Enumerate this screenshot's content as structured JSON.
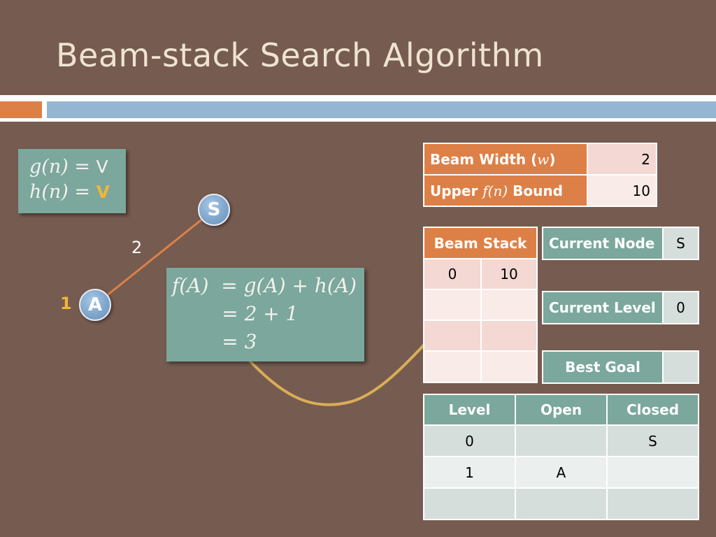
{
  "slide": {
    "title": "Beam-stack Search Algorithm"
  },
  "heuristics": {
    "g_label": "g(n) = ",
    "g_symbol": "V",
    "h_label": "h(n) = ",
    "h_symbol": "V"
  },
  "graph": {
    "node_s": "S",
    "node_a": "A",
    "edge_cost": "2",
    "depth_label": "1"
  },
  "f_formula": {
    "line1": "f(A)  = g(A) + h(A)",
    "line2": "        = 2 + 1",
    "line3": "        = 3"
  },
  "params": {
    "beam_width_label_pre": "Beam Width (",
    "beam_width_var": "w",
    "beam_width_label_post": ")",
    "beam_width_value": "2",
    "upper_bound_pre": "Upper ",
    "upper_bound_var": "f(n)",
    "upper_bound_post": " Bound",
    "upper_bound_value": "10"
  },
  "beam_stack": {
    "header": "Beam Stack",
    "rows": [
      [
        "0",
        "10"
      ],
      [
        "",
        ""
      ],
      [
        "",
        ""
      ],
      [
        "",
        ""
      ]
    ]
  },
  "current_node": {
    "label": "Current Node",
    "value": "S"
  },
  "current_level": {
    "label": "Current Level",
    "value": "0"
  },
  "best_goal": {
    "label": "Best Goal",
    "value": ""
  },
  "levels_table": {
    "headers": [
      "Level",
      "Open",
      "Closed"
    ],
    "rows": [
      [
        "0",
        "",
        "S"
      ],
      [
        "1",
        "A",
        ""
      ],
      [
        "",
        "",
        ""
      ]
    ]
  },
  "colors": {
    "background": "#765b50",
    "accent_orange": "#dd8047",
    "accent_blue": "#94b6d2",
    "teal": "#7ba79d",
    "highlight": "#f0b63a",
    "arrow": "#d9ae55"
  }
}
